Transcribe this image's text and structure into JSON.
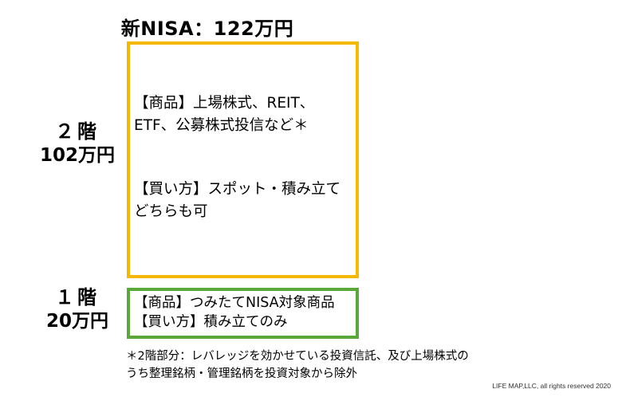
{
  "title": "新NISA：122万円",
  "floor2": {
    "name": "２階",
    "amount": "102万円",
    "products_line1": "【商品】上場株式、REIT、",
    "products_line2": "ETF、公募株式投信など＊",
    "buy_line1": "【買い方】スポット・積み立て",
    "buy_line2": "どちらも可"
  },
  "floor1": {
    "name": "１階",
    "amount": "20万円",
    "products": "【商品】つみたてNISA対象商品",
    "buy": "【買い方】積み立てのみ"
  },
  "footnote": {
    "line1": "＊2階部分：レバレッジを効かせている投資信託、及び上場株式の",
    "line2": "うち整理銘柄・管理銘柄を投資対象から除外"
  },
  "copyright": "LIFE MAP,LLC, all rights reserved 2020",
  "colors": {
    "upper_border": "#f5b800",
    "lower_border": "#5aa83a"
  }
}
